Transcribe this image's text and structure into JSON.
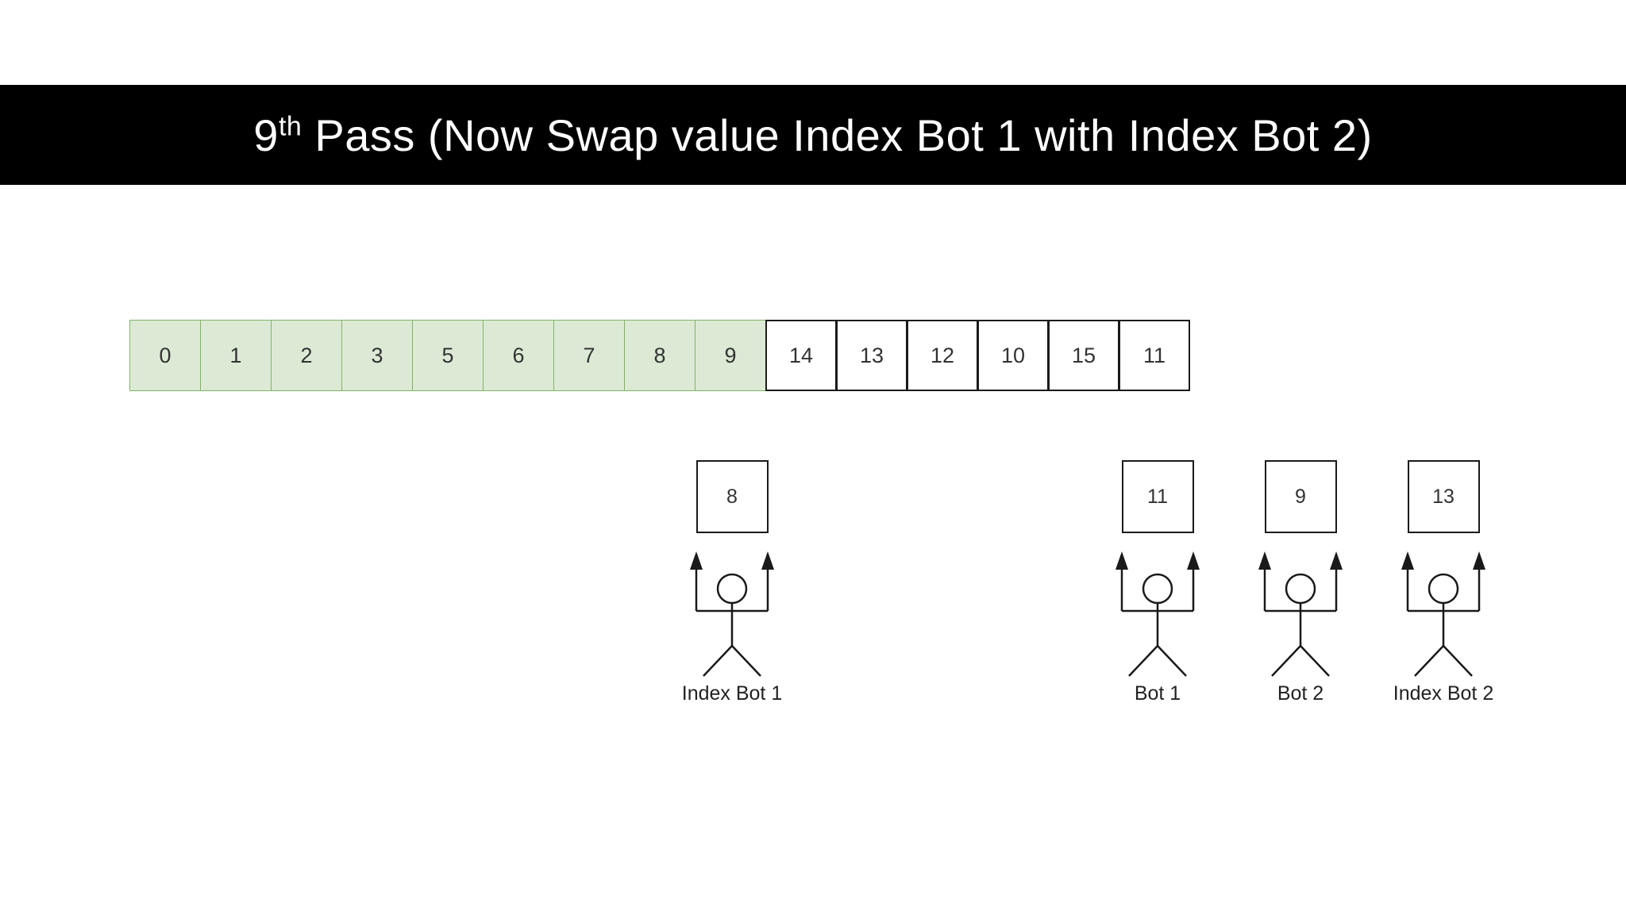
{
  "title": {
    "number": "9",
    "ordinal_suffix": "th",
    "rest": " Pass (Now Swap value Index Bot 1 with Index Bot 2)"
  },
  "array": {
    "sorted_cells": [
      "0",
      "1",
      "2",
      "3",
      "5",
      "6",
      "7",
      "8",
      "9"
    ],
    "unsorted_cells": [
      "14",
      "13",
      "12",
      "10",
      "15",
      "11"
    ]
  },
  "bots": [
    {
      "label": "Index Bot 1",
      "value": "8"
    },
    {
      "label": "Bot 1",
      "value": "11"
    },
    {
      "label": "Bot 2",
      "value": "9"
    },
    {
      "label": "Index Bot 2",
      "value": "13"
    }
  ],
  "colors": {
    "titleBar": "#000000",
    "titleText": "#ffffff",
    "sortedFill": "#dcead5",
    "sortedStroke": "#82b366",
    "unsortedStroke": "#1a1a1a"
  }
}
